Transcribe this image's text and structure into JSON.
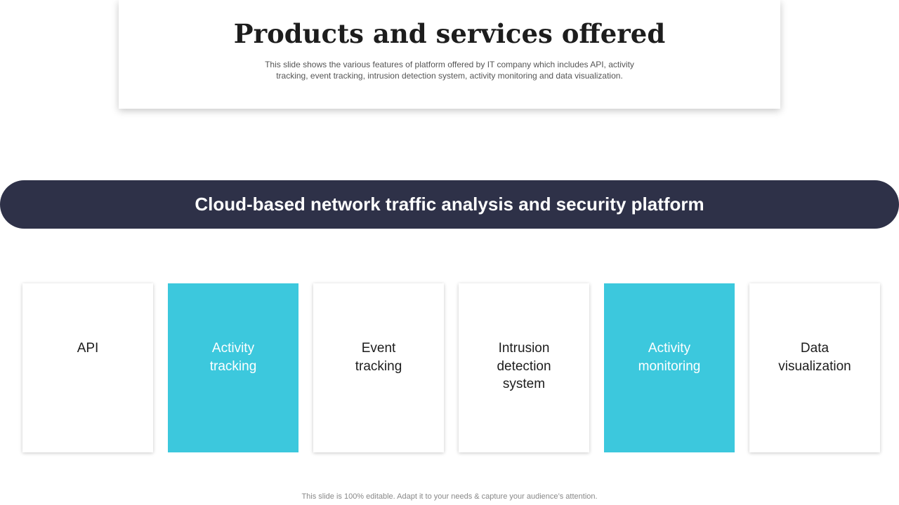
{
  "header": {
    "title": "Products and services offered",
    "subtitle": "This slide shows the various features of platform offered by IT company which includes API, activity tracking, event tracking, intrusion detection system, activity monitoring and data visualization."
  },
  "banner": {
    "label": "Cloud-based network traffic analysis and security platform"
  },
  "cards": [
    {
      "label": "API",
      "accent": false
    },
    {
      "label": "Activity\ntracking",
      "accent": true
    },
    {
      "label": "Event\ntracking",
      "accent": false
    },
    {
      "label": "Intrusion\ndetection\nsystem",
      "accent": false
    },
    {
      "label": "Activity\nmonitoring",
      "accent": true
    },
    {
      "label": "Data\nvisualization",
      "accent": false
    }
  ],
  "footer": {
    "note": "This slide is 100% editable. Adapt it to your needs & capture your audience’s attention."
  },
  "colors": {
    "banner": "#2e3148",
    "accent": "#3cc8dd",
    "card": "#ffffff",
    "text": "#1d1d1d"
  }
}
